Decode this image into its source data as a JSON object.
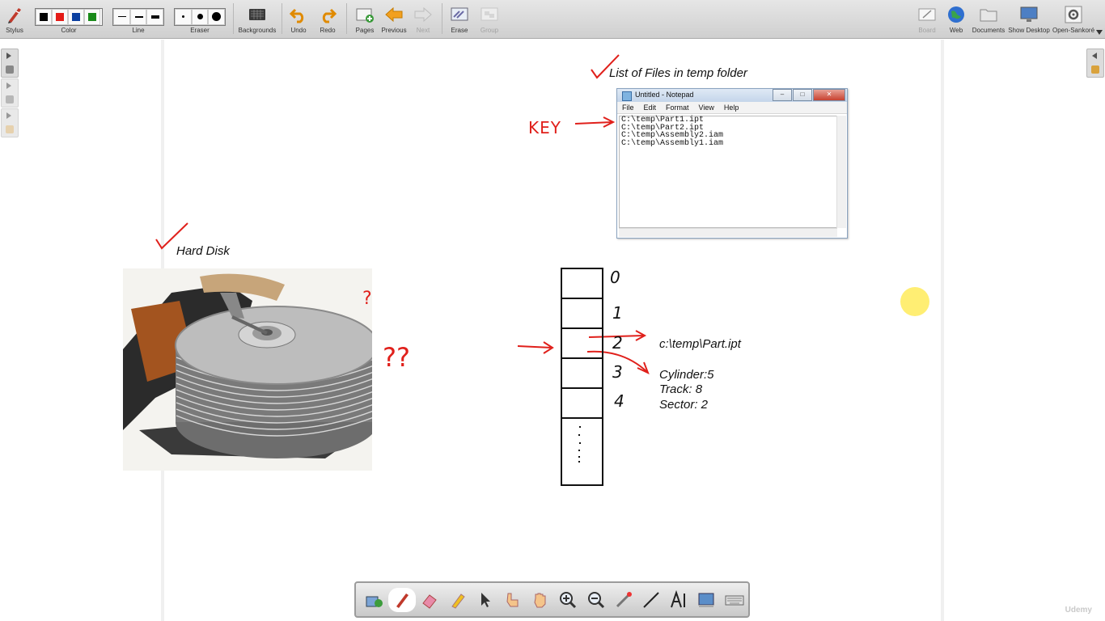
{
  "toolbar": {
    "stylus": "Stylus",
    "color": "Color",
    "line": "Line",
    "eraser": "Eraser",
    "backgrounds": "Backgrounds",
    "undo": "Undo",
    "redo": "Redo",
    "pages": "Pages",
    "previous": "Previous",
    "next": "Next",
    "erase": "Erase",
    "group": "Group",
    "board": "Board",
    "web": "Web",
    "documents": "Documents",
    "show_desktop": "Show Desktop",
    "open_sankore": "Open-Sankoré",
    "colors": [
      "#000000",
      "#e41b17",
      "#0b3fa0",
      "#1a8a1a"
    ]
  },
  "canvas": {
    "files_heading": "List of Files in temp folder",
    "key_label": "KEY",
    "hard_disk_label": "Hard Disk",
    "question_mark_1": "?",
    "question_mark_2": "??",
    "block_indices": [
      "0",
      "1",
      "2",
      "3",
      "4"
    ],
    "file_path": "c:\\temp\\Part.ipt",
    "location_lines": [
      "Cylinder:5",
      "Track: 8",
      "Sector: 2"
    ]
  },
  "notepad": {
    "title": "Untitled - Notepad",
    "menu": [
      "File",
      "Edit",
      "Format",
      "View",
      "Help"
    ],
    "lines": [
      "C:\\temp\\Part1.ipt",
      "C:\\temp\\Part2.ipt",
      "C:\\temp\\Assembly2.iam",
      "C:\\temp\\Assembly1.iam"
    ]
  },
  "palette_tools": [
    "pointer-tool-icon",
    "pen-icon",
    "eraser-icon",
    "marker-icon",
    "select-arrow-icon",
    "interact-hand-icon",
    "pan-hand-icon",
    "zoom-in-icon",
    "zoom-out-icon",
    "laser-pointer-icon",
    "line-icon",
    "text-icon",
    "capture-icon",
    "keyboard-icon"
  ],
  "watermark": "Udemy"
}
